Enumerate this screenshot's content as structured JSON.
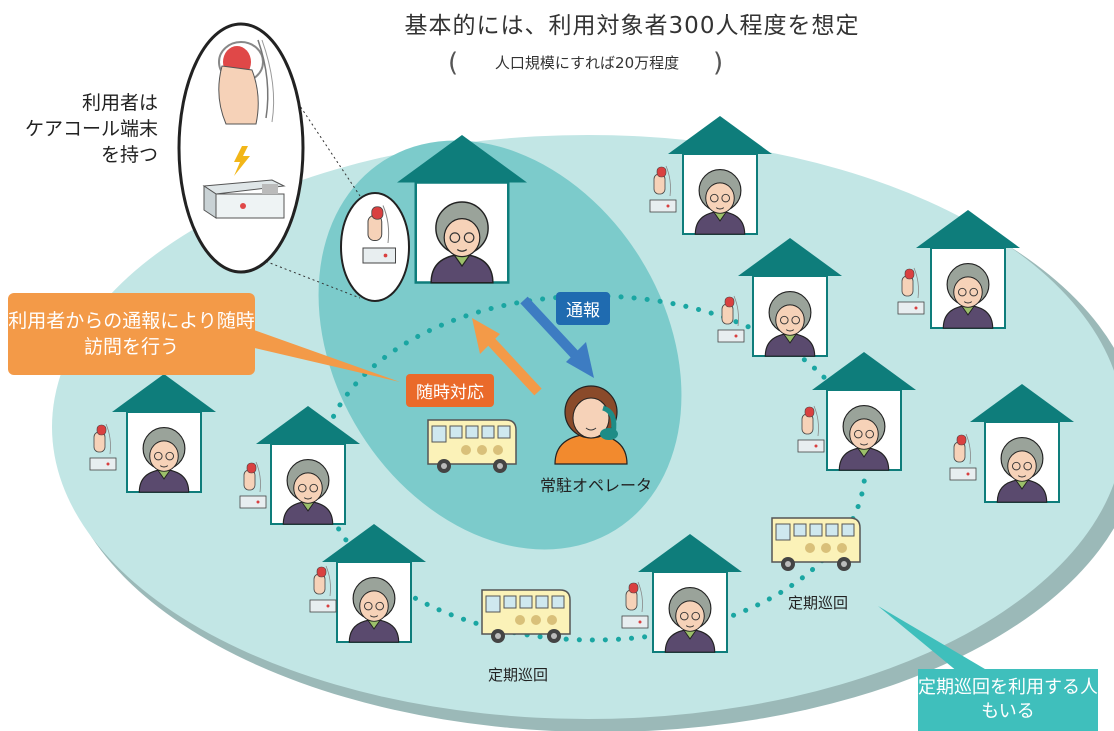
{
  "title": "基本的には、利用対象者300人程度を想定",
  "subtitle": "人口規模にすれば20万程度",
  "user_callout": [
    "利用者は",
    "ケアコール端末",
    "を持つ"
  ],
  "orange_callout": "利用者からの通報により随時訪問を行う",
  "tags": {
    "report": "通報",
    "response": "随時対応"
  },
  "operator_label": "常駐オペレータ",
  "bus_label_right": "定期巡回",
  "bus_label_bottom": "定期巡回",
  "teal_callout": "定期巡回を利用する人もいる",
  "colors": {
    "outer_area": "#c2e6e5",
    "inner_area": "#7ccbcb",
    "house_roof": "#0e7d7b",
    "route_dots": "#1aa6a2",
    "report_arrow": "#3d7cc2",
    "response_arrow": "#f39a48",
    "teal_callout": "#3fbfbc",
    "orange_callout": "#f39a48"
  }
}
